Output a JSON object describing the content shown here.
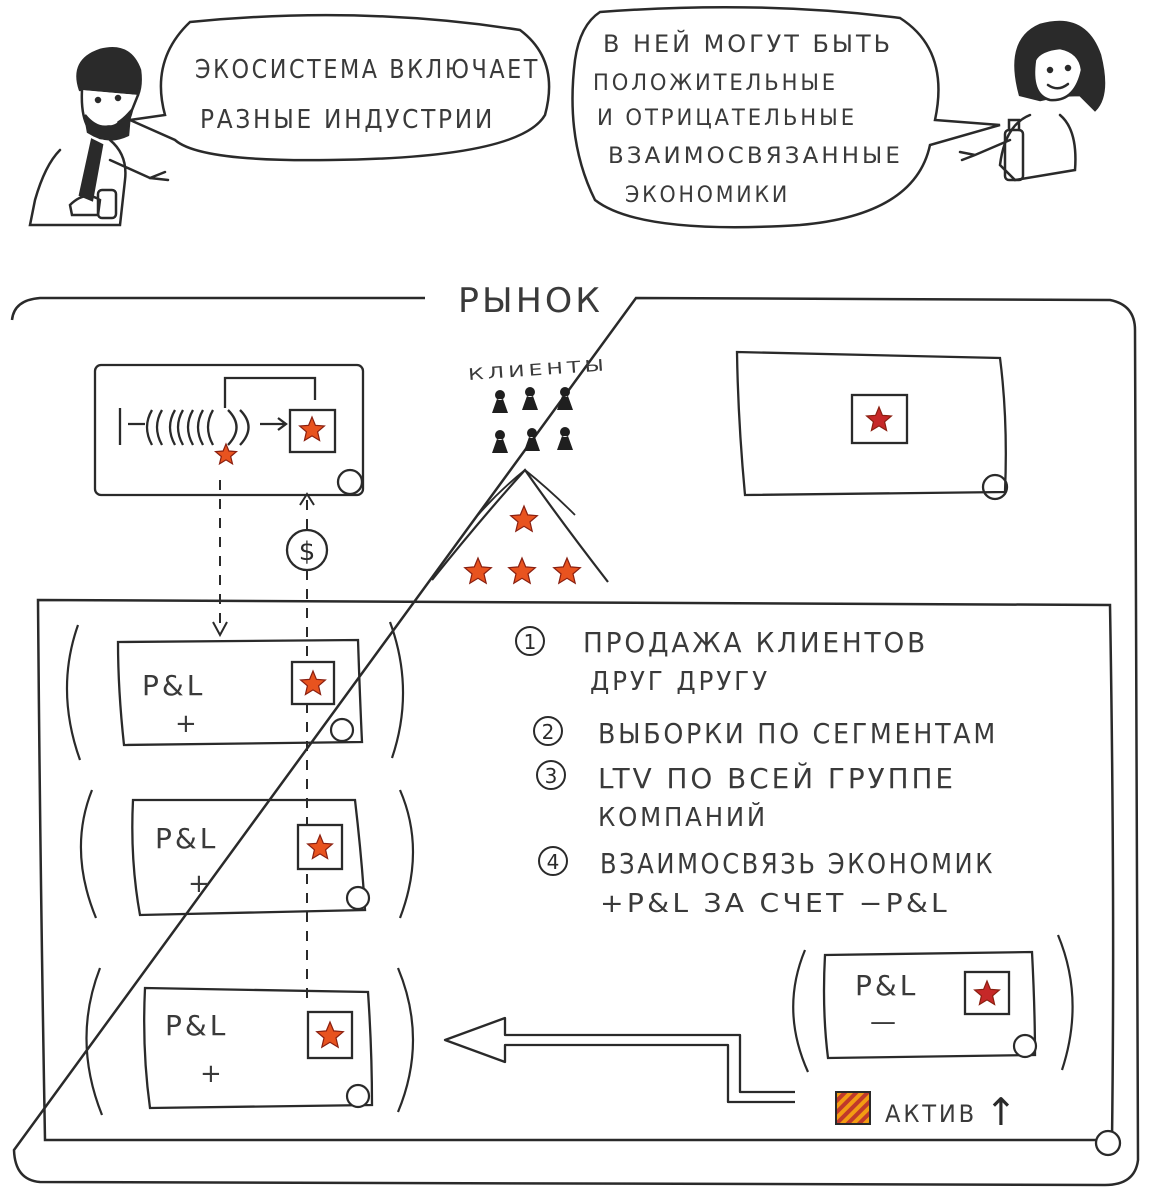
{
  "bubbles": {
    "left": {
      "line1": "ЭКОСИСТЕМА ВКЛЮЧАЕТ",
      "line2": "РАЗНЫЕ ИНДУСТРИИ"
    },
    "right": {
      "line1": "В НЕЙ МОГУТ БЫТЬ",
      "line2": "ПОЛОЖИТЕЛЬНЫЕ",
      "line3": "И ОТРИЦАТЕЛЬНЫЕ",
      "line4": "ВЗАИМОСВЯЗАННЫЕ",
      "line5": "ЭКОНОМИКИ"
    }
  },
  "market": {
    "title": "РЫНОК",
    "clients_label": "КЛИЕНТЫ",
    "currency_symbol": "$"
  },
  "units": {
    "pl_label": "P&L",
    "plus": "+",
    "minus": "—"
  },
  "points": [
    {
      "num": "1",
      "line1": "ПРОДАЖА КЛИЕНТОВ",
      "line2": "ДРУГ ДРУГУ"
    },
    {
      "num": "2",
      "line1": "ВЫБОРКИ ПО СЕГМЕНТАМ",
      "line2": ""
    },
    {
      "num": "3",
      "line1": "LTV ПО ВСЕЙ ГРУППЕ",
      "line2": "КОМПАНИЙ"
    },
    {
      "num": "4",
      "line1": "ВЗАИМОСВЯЗЬ ЭКОНОМИК",
      "line2": "+P&L ЗА СЧЕТ −P&L"
    }
  ],
  "asset": {
    "label": "АКТИВ",
    "arrow": "↑"
  },
  "colors": {
    "ink": "#2a2a2a",
    "star_fill": "#e8531f",
    "star_core": "#c62828",
    "paper": "#ffffff"
  }
}
